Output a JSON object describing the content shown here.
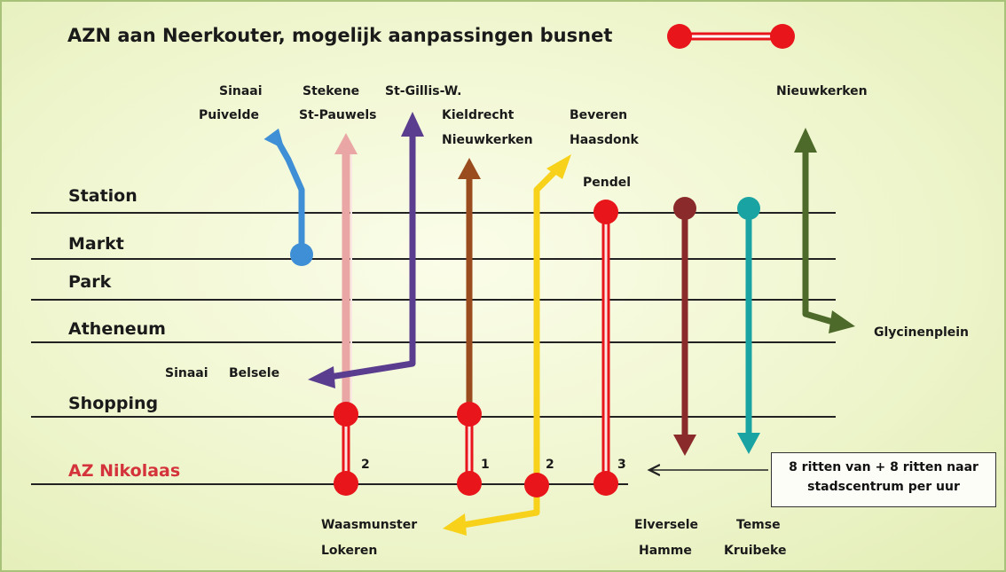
{
  "title": "AZN aan Neerkouter, mogelijk aanpassingen busnet",
  "colors": {
    "red": "#e8151b",
    "blue": "#3f8fd6",
    "pink": "#e9a6a4",
    "purple": "#5a3d8f",
    "brown": "#9a4c1e",
    "yellow": "#f7d11a",
    "maroon": "#8a2a2a",
    "teal": "#1aa3a3",
    "green": "#4e6a2b"
  },
  "stops": {
    "station": "Station",
    "markt": "Markt",
    "park": "Park",
    "atheneum": "Atheneum",
    "shopping": "Shopping",
    "az_nikolaas": "AZ Nikolaas"
  },
  "destinations": {
    "sinaai_puivelde": [
      "Sinaai",
      "Puivelde"
    ],
    "stekene_st_pauwels": [
      "Stekene",
      "St-Pauwels"
    ],
    "st_gillis": "St-Gillis-W.",
    "kieldrecht_nieuwkerken": [
      "Kieldrecht",
      "Nieuwkerken"
    ],
    "beveren_haasdonk": [
      "Beveren",
      "Haasdonk"
    ],
    "pendel": "Pendel",
    "nieuwkerken": "Nieuwkerken",
    "glycinenplein": "Glycinenplein",
    "sinaai_belsele": [
      "Sinaai",
      "Belsele"
    ],
    "waasmunster_lokeren": [
      "Waasmunster",
      "Lokeren"
    ],
    "elversele_hamme": [
      "Elversele",
      "Hamme"
    ],
    "temse_kruibeke": [
      "Temse",
      "Kruibeke"
    ]
  },
  "counts": {
    "pink": "2",
    "brown": "1",
    "yellow": "2",
    "pendel": "3"
  },
  "note": [
    "8 ritten van + 8 ritten naar",
    "stadscentrum per uur"
  ]
}
